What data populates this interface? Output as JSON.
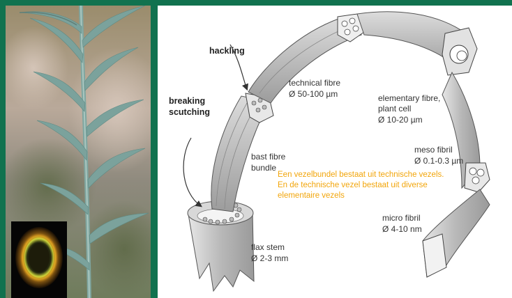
{
  "diagram": {
    "labels": {
      "hackling": "hackling",
      "breaking_scutching_line1": "breaking",
      "breaking_scutching_line2": "scutching",
      "technical_fibre_name": "technical fibre",
      "technical_fibre_size": "Ø 50-100 µm",
      "elementary_fibre_name": "elementary fibre,",
      "elementary_fibre_name2": "plant cell",
      "elementary_fibre_size": "Ø 10-20 µm",
      "meso_fibril_name": "meso fibril",
      "meso_fibril_size": "Ø 0.1-0.3 µm",
      "bast_fibre_line1": "bast fibre",
      "bast_fibre_line2": "bundle",
      "micro_fibril_name": "micro fibril",
      "micro_fibril_size": "Ø 4-10 nm",
      "flax_stem_name": "flax stem",
      "flax_stem_size": "Ø 2-3 mm"
    },
    "note": "Een vezelbundel bestaat uit technische vezels. En de technische vezel bestaat uit diverse elementaire vezels"
  },
  "colors": {
    "background": "#11724f",
    "note_text": "#f2a50a"
  }
}
